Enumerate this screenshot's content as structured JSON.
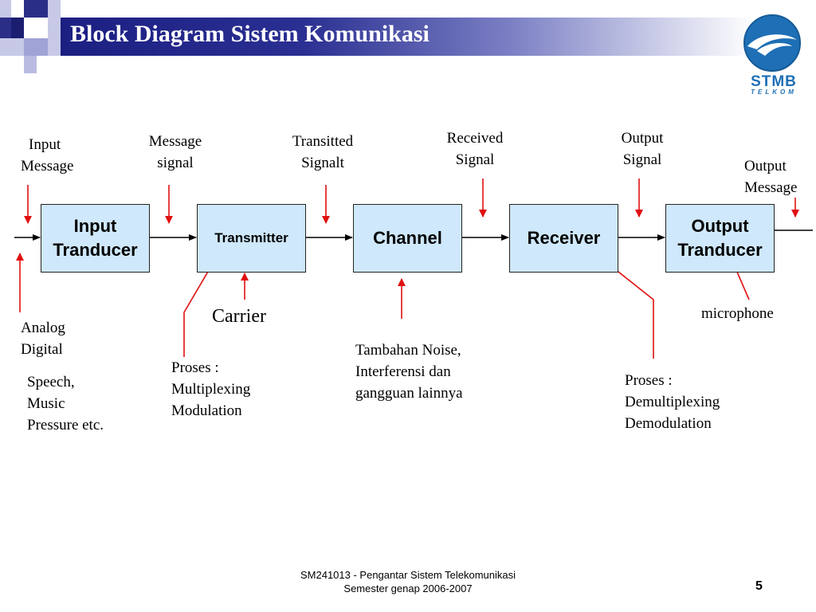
{
  "slide": {
    "title": "Block Diagram Sistem Komunikasi",
    "logo": {
      "text": "STMB",
      "subtext": "TELKOM"
    },
    "footer_line1": "SM241013 - Pengantar Sistem Telekomunikasi",
    "footer_line2": "Semester genap 2006-2007",
    "page_number": "5"
  },
  "blocks": {
    "input_line1": "Input",
    "input_line2": "Tranducer",
    "transmitter": "Transmitter",
    "channel": "Channel",
    "receiver": "Receiver",
    "output_line1": "Output",
    "output_line2": "Tranducer"
  },
  "signals": {
    "input_message_1": "Input",
    "input_message_2": "Message",
    "message_signal_1": "Message",
    "message_signal_2": "signal",
    "transmitted_1": "Transitted",
    "transmitted_2": "Signalt",
    "received_1": "Received",
    "received_2": "Signal",
    "output_signal_1": "Output",
    "output_signal_2": "Signal",
    "output_message_1": "Output",
    "output_message_2": "Message"
  },
  "notes": {
    "analog": "Analog",
    "digital": "Digital",
    "speech": "Speech,",
    "music": "Music",
    "pressure": "Pressure etc.",
    "carrier": "Carrier",
    "tx_proses": "Proses :",
    "tx_multiplexing": "Multiplexing",
    "tx_modulation": "Modulation",
    "noise_1": "Tambahan Noise,",
    "noise_2": "Interferensi dan",
    "noise_3": "gangguan lainnya",
    "rx_proses": "Proses :",
    "rx_demultiplexing": "Demultiplexing",
    "rx_demodulation": "Demodulation",
    "microphone": "microphone"
  },
  "colors": {
    "block_fill": "#cfe8fb",
    "annotation_arrow": "#e01010",
    "title_bar": "#1c1f82"
  }
}
